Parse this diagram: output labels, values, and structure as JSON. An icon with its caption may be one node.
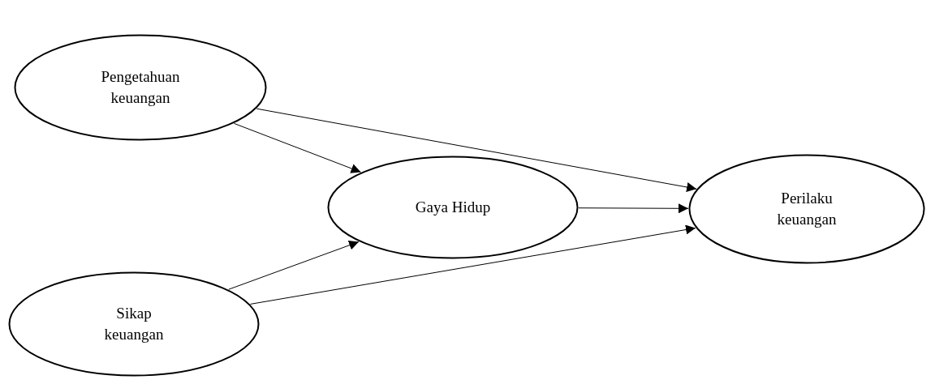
{
  "diagram": {
    "nodes": [
      {
        "text": [
          "Pengetahuan keuangan"
        ]
      },
      {
        "text": [
          "Sikap keuangan"
        ]
      },
      {
        "text": [
          "Gaya Hidup"
        ]
      },
      {
        "text": [
          "Perilaku keuangan"
        ]
      }
    ],
    "edges": [
      {
        "from": 0,
        "to": 2,
        "arrow": "to"
      },
      {
        "from": 0,
        "to": 3,
        "arrow": "to"
      },
      {
        "from": 2,
        "to": 3,
        "arrow": "to"
      },
      {
        "from": 1,
        "to": 2,
        "arrow": "to"
      },
      {
        "from": 1,
        "to": 3,
        "arrow": "to"
      }
    ]
  }
}
